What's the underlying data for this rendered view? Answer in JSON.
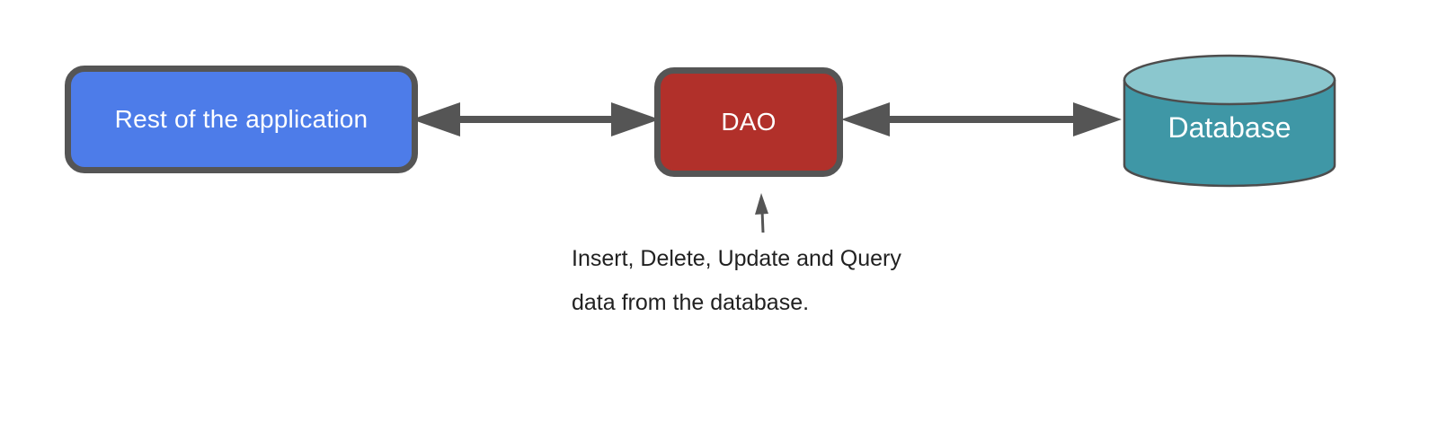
{
  "colors": {
    "background": "#ffffff",
    "node_border": "#555555",
    "arrow": "#555555",
    "app_fill": "#4d7ce9",
    "dao_fill": "#b1302a",
    "db_body_fill": "#3f97a6",
    "db_top_fill": "#8bc7ce",
    "db_stroke": "#4d4d4d",
    "node_text": "#ffffff",
    "annotation_text": "#212121"
  },
  "nodes": {
    "app": {
      "label": "Rest of the application"
    },
    "dao": {
      "label": "DAO"
    },
    "database": {
      "label": "Database"
    }
  },
  "annotation": {
    "line1": "Insert, Delete, Update and Query",
    "line2": "data from the database."
  }
}
